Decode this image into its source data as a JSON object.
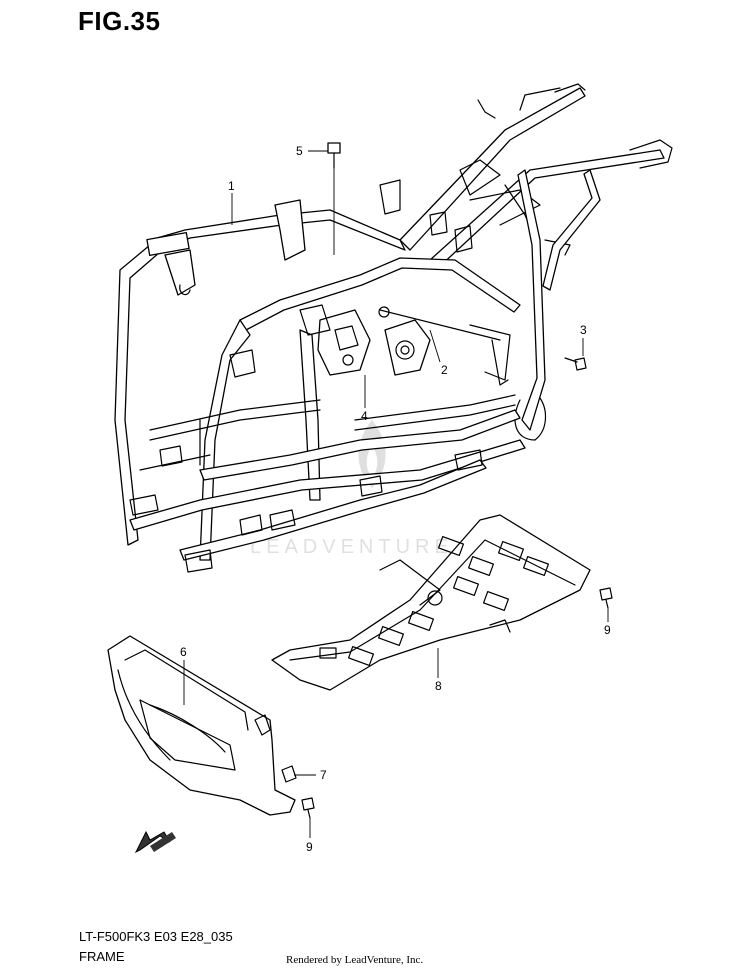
{
  "figure": {
    "title": "FIG.35"
  },
  "watermark": {
    "text": "LEADVENTURE"
  },
  "callouts": [
    {
      "id": "1",
      "label": "1"
    },
    {
      "id": "2",
      "label": "2"
    },
    {
      "id": "3",
      "label": "3"
    },
    {
      "id": "4",
      "label": "4"
    },
    {
      "id": "5",
      "label": "5"
    },
    {
      "id": "6",
      "label": "6"
    },
    {
      "id": "7",
      "label": "7"
    },
    {
      "id": "8",
      "label": "8"
    },
    {
      "id": "9a",
      "label": "9"
    },
    {
      "id": "9b",
      "label": "9"
    }
  ],
  "fwd_label": "FWD",
  "footer": {
    "model_code": "LT-F500FK3 E03 E28_035",
    "part_name": "FRAME",
    "credit": "Rendered by LeadVenture, Inc."
  }
}
